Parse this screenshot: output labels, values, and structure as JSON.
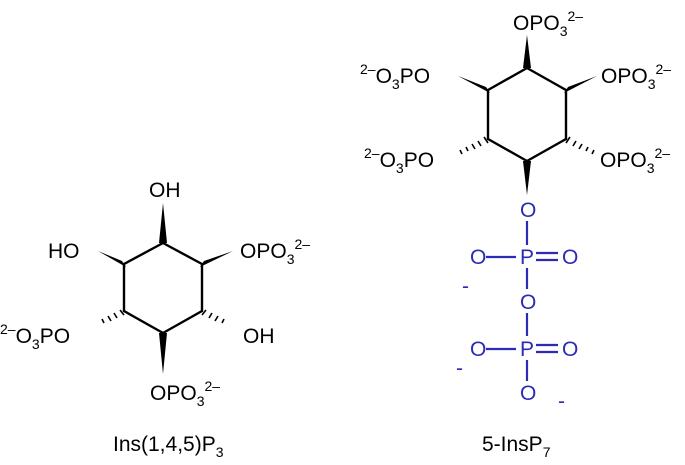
{
  "left_molecule": {
    "caption": "Ins(1,4,5)P",
    "caption_sub": "3",
    "labels": {
      "top": "OH",
      "upper_left": "HO",
      "upper_right_main": "OPO",
      "upper_right_sub": "3",
      "upper_right_sup": "2–",
      "lower_left_sup": "2–",
      "lower_left_o": "O",
      "lower_left_sub": "3",
      "lower_left_main": "PO",
      "lower_right": "OH",
      "bottom_main": "OPO",
      "bottom_sub": "3",
      "bottom_sup": "2–"
    }
  },
  "right_molecule": {
    "caption": "5-InsP",
    "caption_sub": "7",
    "labels": {
      "top_main": "OPO",
      "top_sub": "3",
      "top_sup": "2–",
      "ul_sup": "2–",
      "ul_o": "O",
      "ul_sub": "3",
      "ul_main": "PO",
      "ur_main": "OPO",
      "ur_sub": "3",
      "ur_sup": "2–",
      "ll_sup": "2–",
      "ll_o": "O",
      "ll_sub": "3",
      "ll_main": "PO",
      "lr_main": "OPO",
      "lr_sub": "3",
      "lr_sup": "2–"
    },
    "pyrophosphate": {
      "o1": "O",
      "o_left1": "O",
      "p1": "P",
      "o_right1": "O",
      "minus1": "-",
      "o_bridge": "O",
      "o_left2": "O",
      "p2": "P",
      "o_right2": "O",
      "minus2": "-",
      "o_bottom": "O",
      "minus3": "-"
    }
  },
  "colors": {
    "black": "#000000",
    "blue": "#2b2bb5"
  }
}
